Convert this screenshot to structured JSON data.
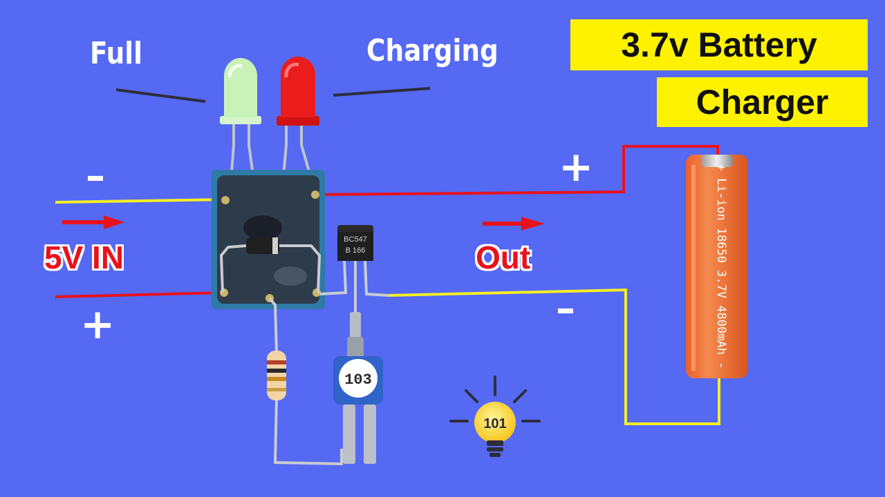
{
  "title": {
    "line1": "3.7v Battery",
    "line2": "Charger"
  },
  "labels": {
    "full": "Full",
    "charging": "Charging",
    "input": "5V IN",
    "output": "Out"
  },
  "signs": {
    "input_negative": "–",
    "input_positive": "+",
    "output_positive": "+",
    "output_negative": "–"
  },
  "components": {
    "transistor_line1": "BC547",
    "transistor_line2": "B 166",
    "potentiometer_code": "103",
    "battery_text": "+ Li-ion 18650 3.7V 4800mAh -",
    "logo_text": "101"
  },
  "colors": {
    "background": "#5569f3",
    "title_bg": "#fff200",
    "wire_red": "#e8121c",
    "wire_yellow": "#f4f022",
    "battery": "#f07a3a",
    "led_green": "#c8f2b8",
    "led_red": "#ea1c1c"
  },
  "icons": [
    "arrow-right-icon",
    "lightbulb-icon"
  ]
}
